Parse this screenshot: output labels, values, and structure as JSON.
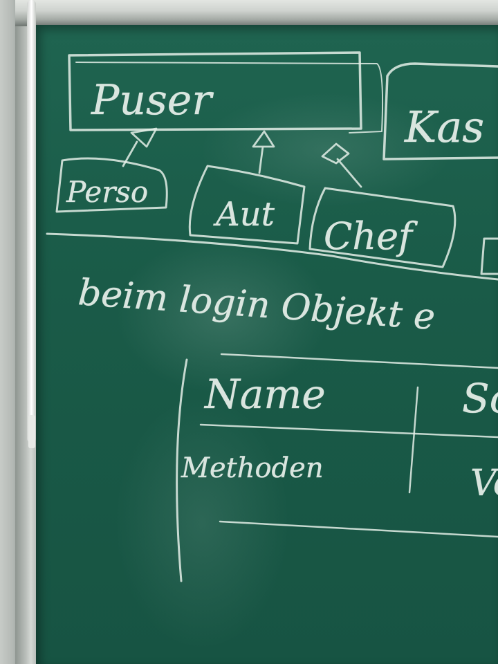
{
  "scene": "chalkboard",
  "colors": {
    "board": "#1b5c49",
    "chalk": "#e9f1ec",
    "frame": "#b9beba"
  },
  "diagram": {
    "superclass": "Puser",
    "right_box_partial": "Kas",
    "subclasses": [
      "Perso",
      "Aut",
      "Chef"
    ],
    "heading": "beim login Objekt e",
    "table": {
      "name_label": "Name",
      "right_partial_top": "Sc",
      "methods_label": "Methoden",
      "right_partial_bottom": "Ve"
    }
  }
}
